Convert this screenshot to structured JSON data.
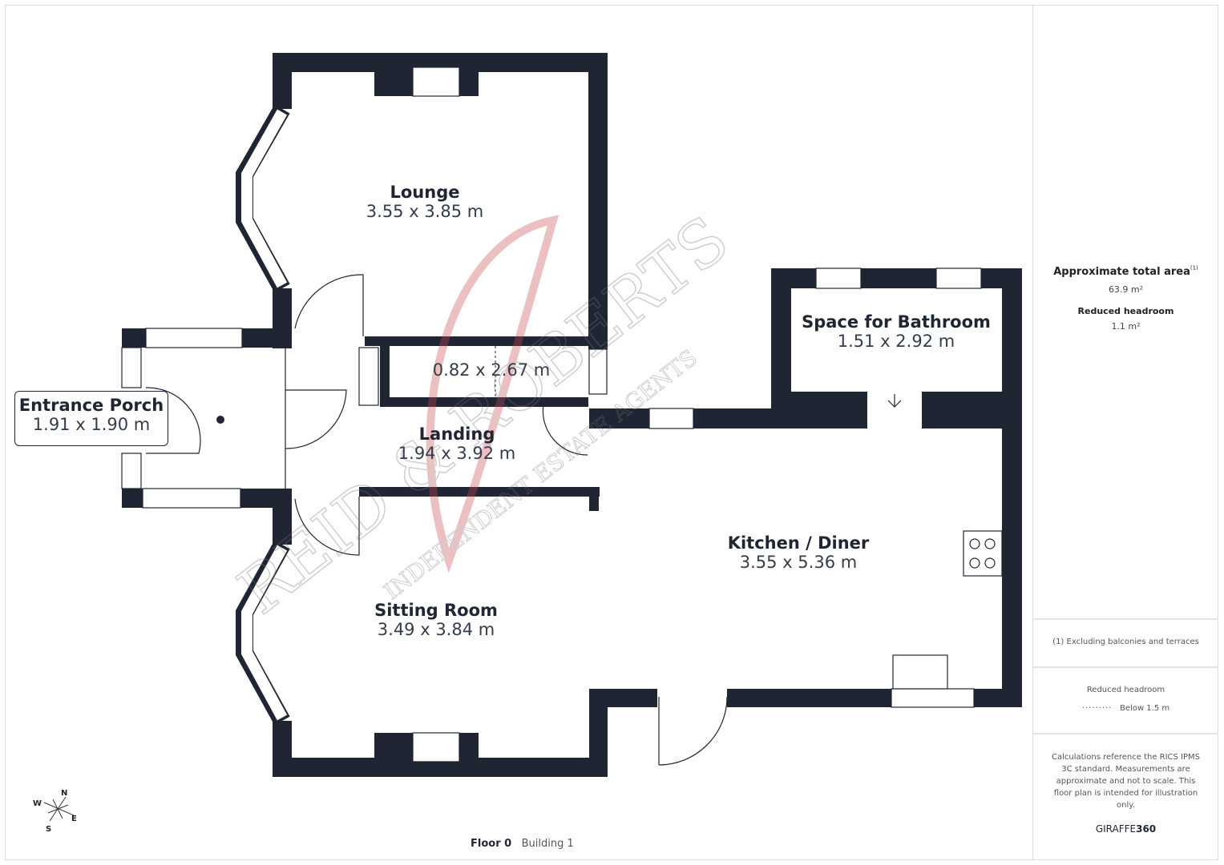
{
  "rooms": [
    {
      "name": "Lounge",
      "dims": "3.55 x 3.85 m"
    },
    {
      "name": "Space for Bathroom",
      "dims": "1.51 x 2.92 m"
    },
    {
      "name": "",
      "dims": "0.82 x 2.67 m"
    },
    {
      "name": "Entrance Porch",
      "dims": "1.91 x 1.90 m"
    },
    {
      "name": "Landing",
      "dims": "1.94 x 3.92 m"
    },
    {
      "name": "Kitchen / Diner",
      "dims": "3.55 x 5.36 m"
    },
    {
      "name": "Sitting Room",
      "dims": "3.49 x 3.84 m"
    }
  ],
  "summary": {
    "total_label": "Approximate total area",
    "total_sup": "(1)",
    "total_value": "63.9 m²",
    "reduced_label": "Reduced headroom",
    "reduced_value": "1.1 m²",
    "footnote": "(1) Excluding balconies and terraces",
    "legend_title": "Reduced headroom",
    "legend_item": "Below 1.5 m",
    "disclaimer": "Calculations reference the RICS IPMS 3C standard. Measurements are approximate and not to scale. This floor plan is intended for illustration only.",
    "brand_a": "GIRAFFE",
    "brand_b": "360"
  },
  "compass": {
    "n": "N",
    "s": "S",
    "e": "E",
    "w": "W"
  },
  "footer": {
    "floor": "Floor 0",
    "building": "Building 1"
  },
  "watermark": {
    "line1": "REID & ROBERTS",
    "line2": "INDEPENDENT ESTATE AGENTS"
  },
  "colors": {
    "wall": "#1f2533",
    "watermark": "#c9494f"
  }
}
